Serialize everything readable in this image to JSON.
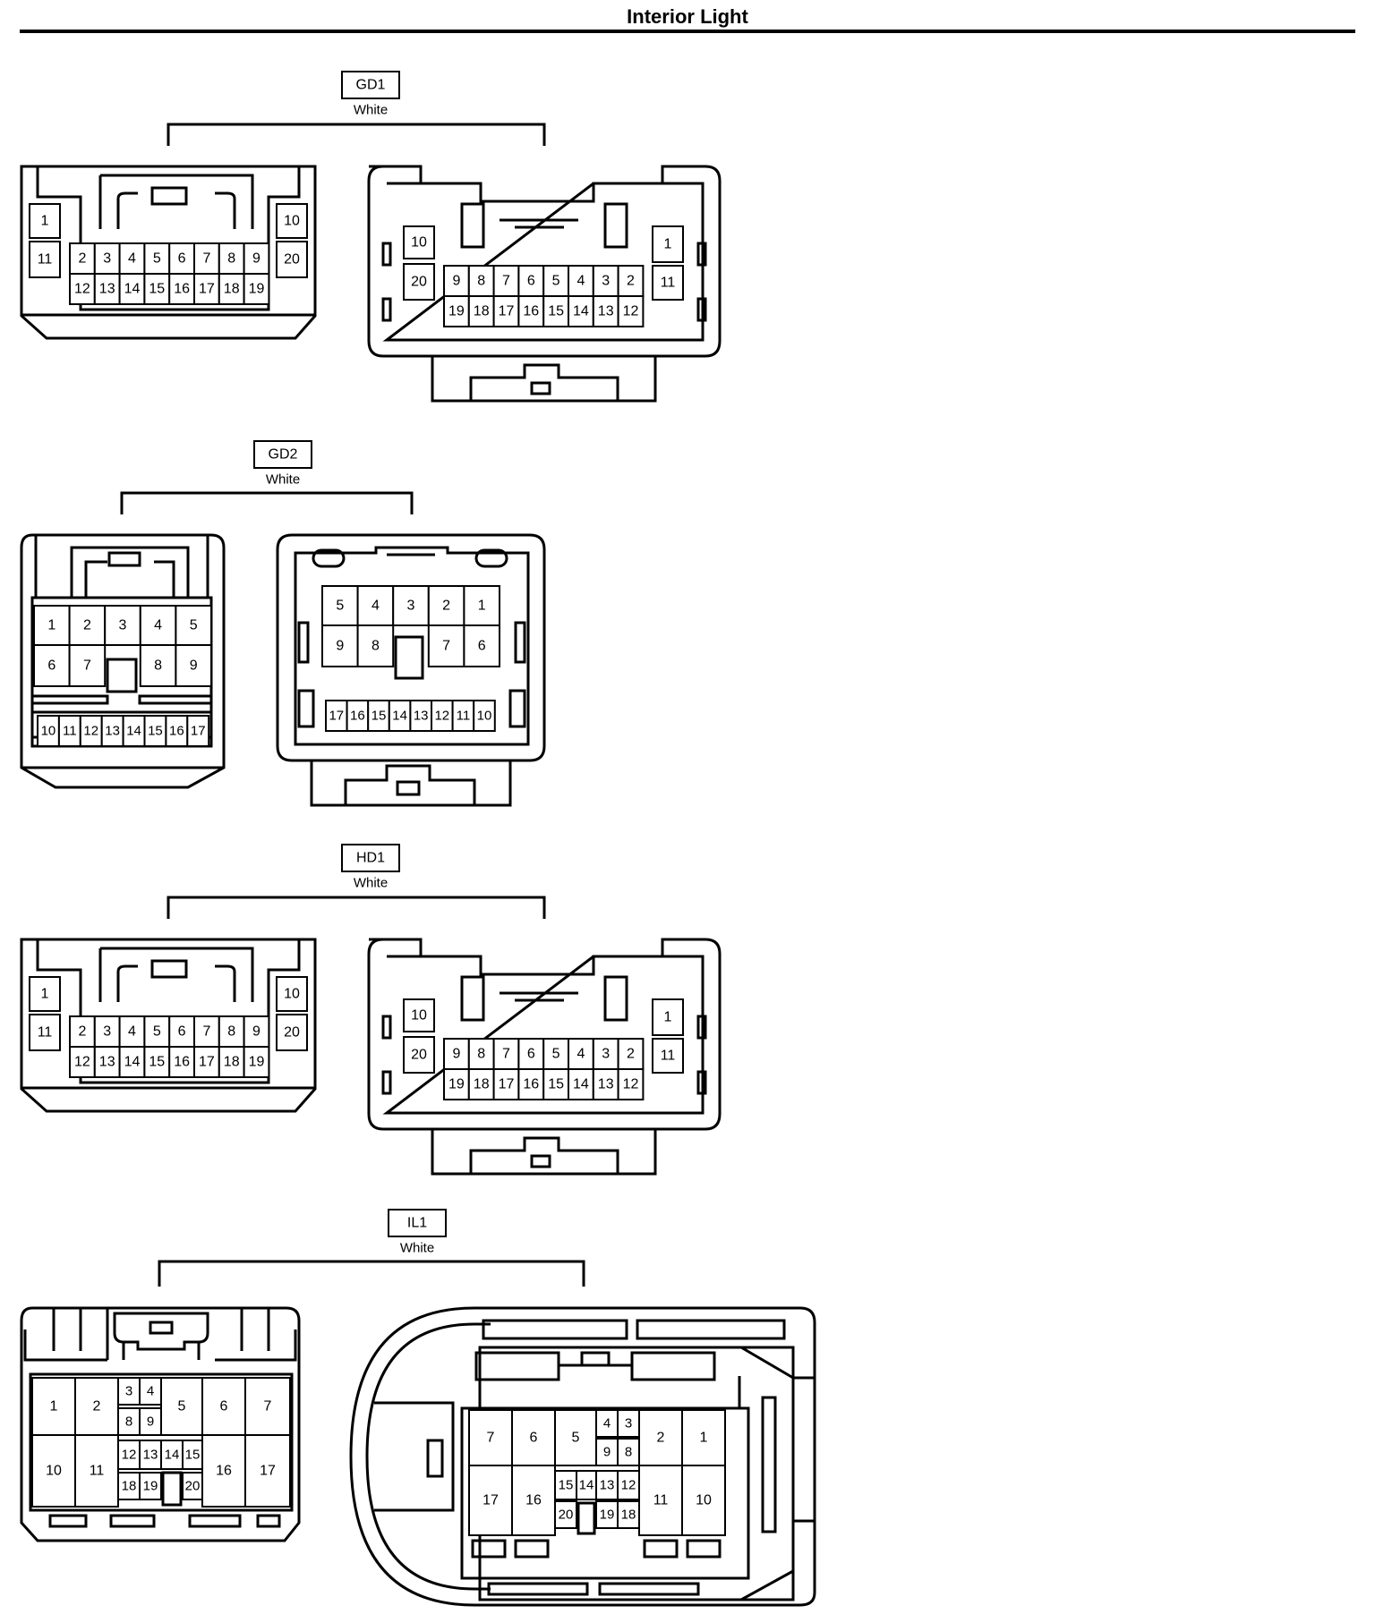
{
  "title": "Interior Light",
  "connectors": [
    {
      "id": "GD1",
      "color": "White",
      "left_pins": {
        "top_single": [
          "1",
          "10"
        ],
        "bottom_single": [
          "11",
          "20"
        ],
        "row1": [
          "2",
          "3",
          "4",
          "5",
          "6",
          "7",
          "8",
          "9"
        ],
        "row2": [
          "12",
          "13",
          "14",
          "15",
          "16",
          "17",
          "18",
          "19"
        ]
      },
      "right_pins": {
        "top_single": [
          "10",
          "1"
        ],
        "bottom_single": [
          "20",
          "11"
        ],
        "row1": [
          "9",
          "8",
          "7",
          "6",
          "5",
          "4",
          "3",
          "2"
        ],
        "row2": [
          "19",
          "18",
          "17",
          "16",
          "15",
          "14",
          "13",
          "12"
        ]
      }
    },
    {
      "id": "GD2",
      "color": "White",
      "left_pins": {
        "row1": [
          "1",
          "2",
          "3",
          "4",
          "5"
        ],
        "row2": [
          "6",
          "7",
          "8",
          "9"
        ],
        "row3": [
          "10",
          "11",
          "12",
          "13",
          "14",
          "15",
          "16",
          "17"
        ]
      },
      "right_pins": {
        "row1": [
          "5",
          "4",
          "3",
          "2",
          "1"
        ],
        "row2": [
          "9",
          "8",
          "7",
          "6"
        ],
        "row3": [
          "17",
          "16",
          "15",
          "14",
          "13",
          "12",
          "11",
          "10"
        ]
      }
    },
    {
      "id": "HD1",
      "color": "White",
      "left_pins": {
        "top_single": [
          "1",
          "10"
        ],
        "bottom_single": [
          "11",
          "20"
        ],
        "row1": [
          "2",
          "3",
          "4",
          "5",
          "6",
          "7",
          "8",
          "9"
        ],
        "row2": [
          "12",
          "13",
          "14",
          "15",
          "16",
          "17",
          "18",
          "19"
        ]
      },
      "right_pins": {
        "top_single": [
          "10",
          "1"
        ],
        "bottom_single": [
          "20",
          "11"
        ],
        "row1": [
          "9",
          "8",
          "7",
          "6",
          "5",
          "4",
          "3",
          "2"
        ],
        "row2": [
          "19",
          "18",
          "17",
          "16",
          "15",
          "14",
          "13",
          "12"
        ]
      }
    },
    {
      "id": "IL1",
      "color": "White",
      "left_pins": [
        "1",
        "2",
        "3",
        "4",
        "5",
        "6",
        "7",
        "8",
        "9",
        "10",
        "11",
        "12",
        "13",
        "14",
        "15",
        "16",
        "17",
        "18",
        "19",
        "20"
      ],
      "right_pins": [
        "7",
        "6",
        "5",
        "4",
        "3",
        "2",
        "1",
        "9",
        "8",
        "17",
        "16",
        "15",
        "14",
        "13",
        "12",
        "11",
        "10",
        "20",
        "19",
        "18"
      ]
    }
  ]
}
